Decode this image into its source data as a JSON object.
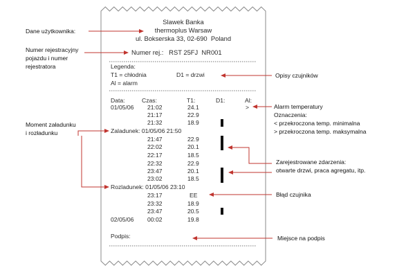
{
  "colors": {
    "paper": "#ffffff",
    "ink": "#2a2a2a",
    "arrow": "#c0352f",
    "bars": "#111111",
    "outline": "#8a8a8a"
  },
  "receipt": {
    "header": {
      "name": "Slawek Banka",
      "company": "thermoplus Warsaw",
      "address": "ul. Bokserska 33, 02-690  Poland",
      "registration": "Numer rej.:   RST 25FJ  NR001"
    },
    "legend": {
      "title": "Legenda:",
      "t1": "T1 = chłodnia",
      "d1": "D1 = drzwi",
      "al": "Al = alarm"
    },
    "table": {
      "headers": {
        "date": "Data:",
        "time": "Czas:",
        "t1": "T1:",
        "d1": "D1:",
        "al": "Al:"
      },
      "rows": [
        {
          "date": "01/05/06",
          "time": "21:02",
          "t1": "24.1",
          "al": ">"
        },
        {
          "time": "21:17",
          "t1": "22.9"
        },
        {
          "time": "21:32",
          "t1": "18.9"
        },
        {
          "event": "Zaladunek: 01/05/06 21:50"
        },
        {
          "time": "21:47",
          "t1": "22.9"
        },
        {
          "time": "22:02",
          "t1": "20.1"
        },
        {
          "time": "22:17",
          "t1": "18.5"
        },
        {
          "time": "22:32",
          "t1": "22.9"
        },
        {
          "time": "23:47",
          "t1": "20.1"
        },
        {
          "time": "23:02",
          "t1": "18.5"
        },
        {
          "event": "Rozladunek: 01/05/06 23:10"
        },
        {
          "time": "23:17",
          "t1": "EE"
        },
        {
          "time": "23:32",
          "t1": "18.9"
        },
        {
          "time": "23:47",
          "t1": "20.5"
        },
        {
          "date": "02/05/06",
          "time": "00:02",
          "t1": "19.8"
        }
      ]
    },
    "signature": "Podpis:"
  },
  "annotations": {
    "user_data": "Dane użytkownika:",
    "reg_number": [
      "Numer rejestracyjny",
      "pojazdu i numer",
      "rejestratora"
    ],
    "load_moment": [
      "Moment załadunku",
      "i rozładunku"
    ],
    "sensor_desc": "Opisy czujników",
    "alarm": [
      "Alarm temperatury",
      "Oznaczenia:",
      "< przekroczona temp. minimalna",
      "> przekroczona temp. maksymalna"
    ],
    "events": [
      "Zarejestrowane zdarzenia:",
      "otwarte drzwi, praca agregatu, itp."
    ],
    "sensor_error": "Błąd czujnika",
    "signature_place": "Miejsce na podpis"
  }
}
